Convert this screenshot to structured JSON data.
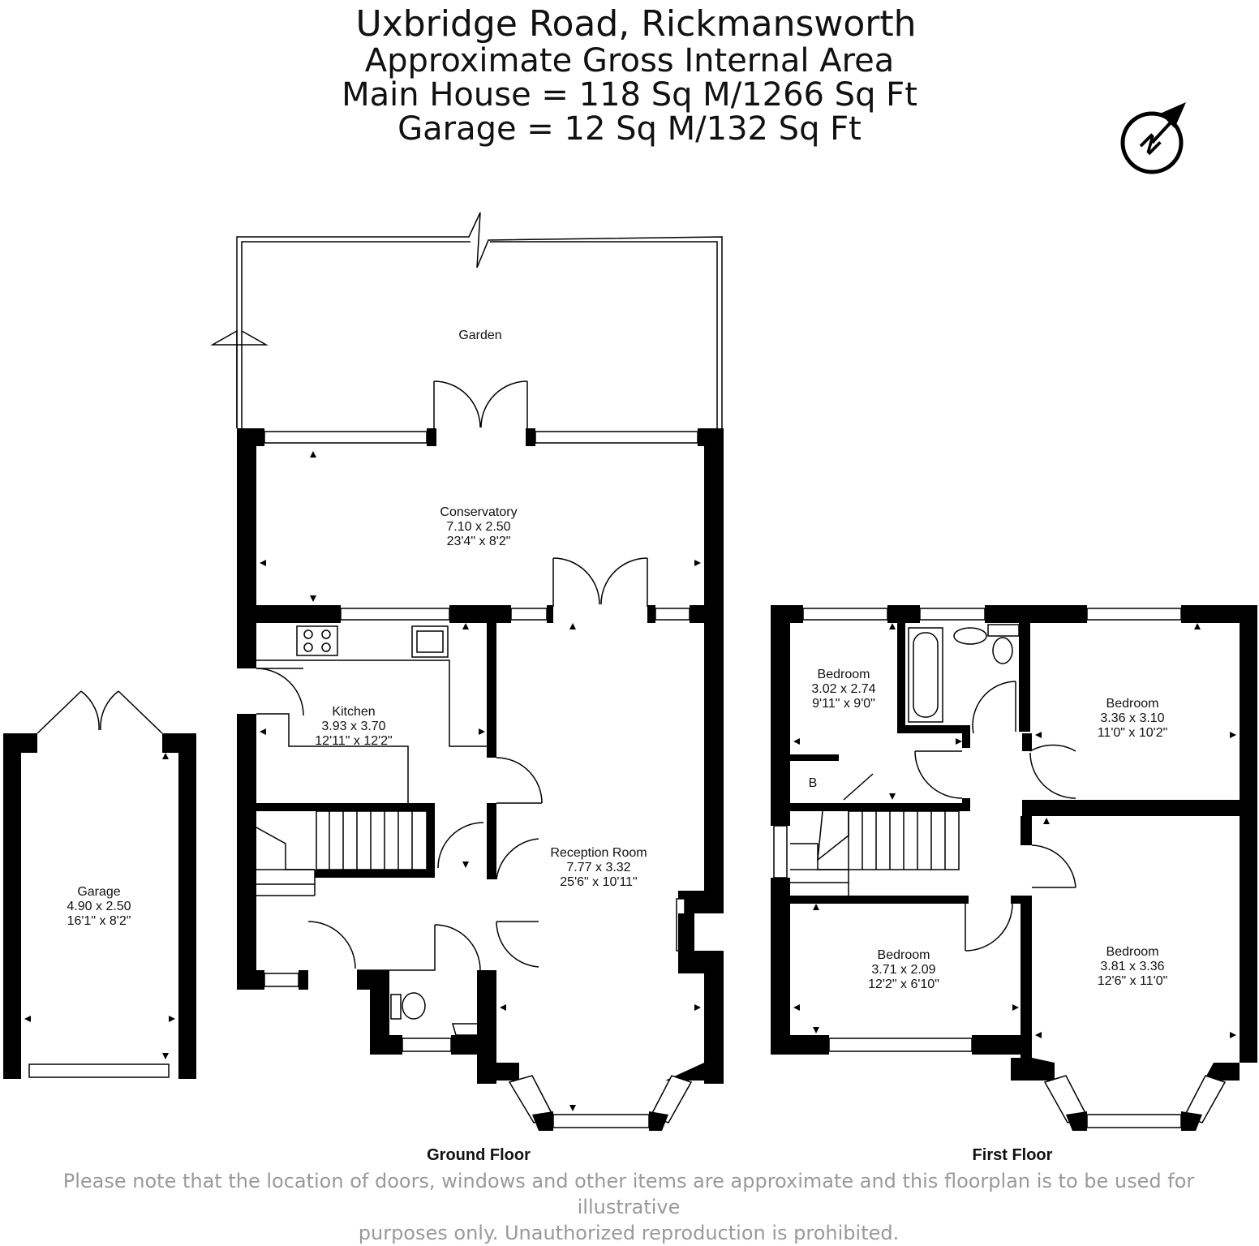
{
  "header": {
    "address": "Uxbridge Road, Rickmansworth",
    "line2": "Approximate Gross Internal Area",
    "line3": "Main House = 118 Sq M/1266 Sq Ft",
    "line4": "Garage = 12 Sq M/132 Sq Ft"
  },
  "compass": {
    "letter": "N"
  },
  "rooms": {
    "garden": {
      "name": "Garden"
    },
    "conservatory": {
      "name": "Conservatory",
      "metric": "7.10 x 2.50",
      "imperial": "23'4\" x 8'2\""
    },
    "kitchen": {
      "name": "Kitchen",
      "metric": "3.93 x 3.70",
      "imperial": "12'11\" x 12'2\""
    },
    "reception": {
      "name": "Reception Room",
      "metric": "7.77 x 3.32",
      "imperial": "25'6\" x 10'11\""
    },
    "garage": {
      "name": "Garage",
      "metric": "4.90 x 2.50",
      "imperial": "16'1\" x 8'2\""
    },
    "bed1": {
      "name": "Bedroom",
      "metric": "3.02 x 2.74",
      "imperial": "9'11\" x 9'0\""
    },
    "bed2": {
      "name": "Bedroom",
      "metric": "3.36 x 3.10",
      "imperial": "11'0\" x 10'2\""
    },
    "bed3": {
      "name": "Bedroom",
      "metric": "3.71 x 2.09",
      "imperial": "12'2\" x 6'10\""
    },
    "bed4": {
      "name": "Bedroom",
      "metric": "3.81 x 3.36",
      "imperial": "12'6\" x 11'0\""
    },
    "boiler": {
      "name": "B"
    }
  },
  "floors": {
    "ground": "Ground Floor",
    "first": "First Floor"
  },
  "disclaimer": {
    "line1": "Please note that the location of doors, windows and other items are approximate and this floorplan is to be used for illustrative",
    "line2": "purposes only. Unauthorized reproduction is prohibited."
  }
}
